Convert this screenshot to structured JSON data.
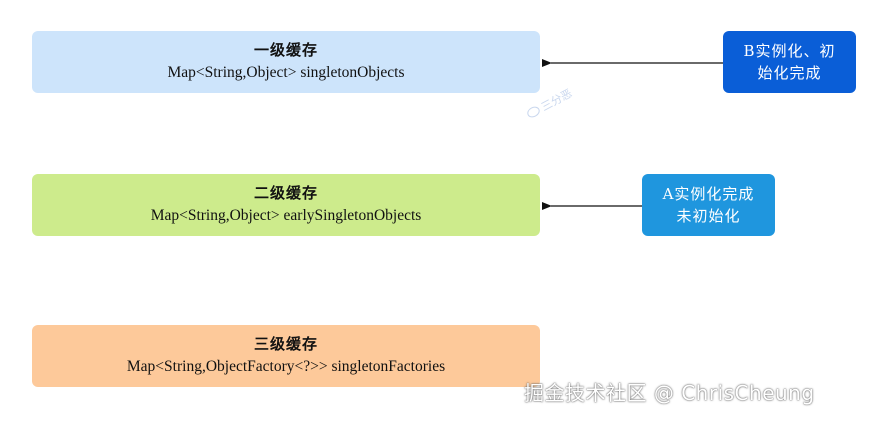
{
  "caches": [
    {
      "title": "一级缓存",
      "field": "Map<String,Object> singletonObjects",
      "color": "#cde4fb"
    },
    {
      "title": "二级缓存",
      "field": "Map<String,Object> earlySingletonObjects",
      "color": "#cdeb8c"
    },
    {
      "title": "三级缓存",
      "field": "Map<String,ObjectFactory<?>> singletonFactories",
      "color": "#fdc99a"
    }
  ],
  "notes": [
    {
      "line1": "B实例化、初",
      "line2": "始化完成",
      "color": "#0a5ed7",
      "points_to": "一级缓存"
    },
    {
      "line1": "A实例化完成",
      "line2": "未初始化",
      "color": "#1f96de",
      "points_to": "二级缓存"
    }
  ],
  "watermarks": {
    "small": "三分恶",
    "main": "掘金技术社区 @ ChrisCheung"
  }
}
